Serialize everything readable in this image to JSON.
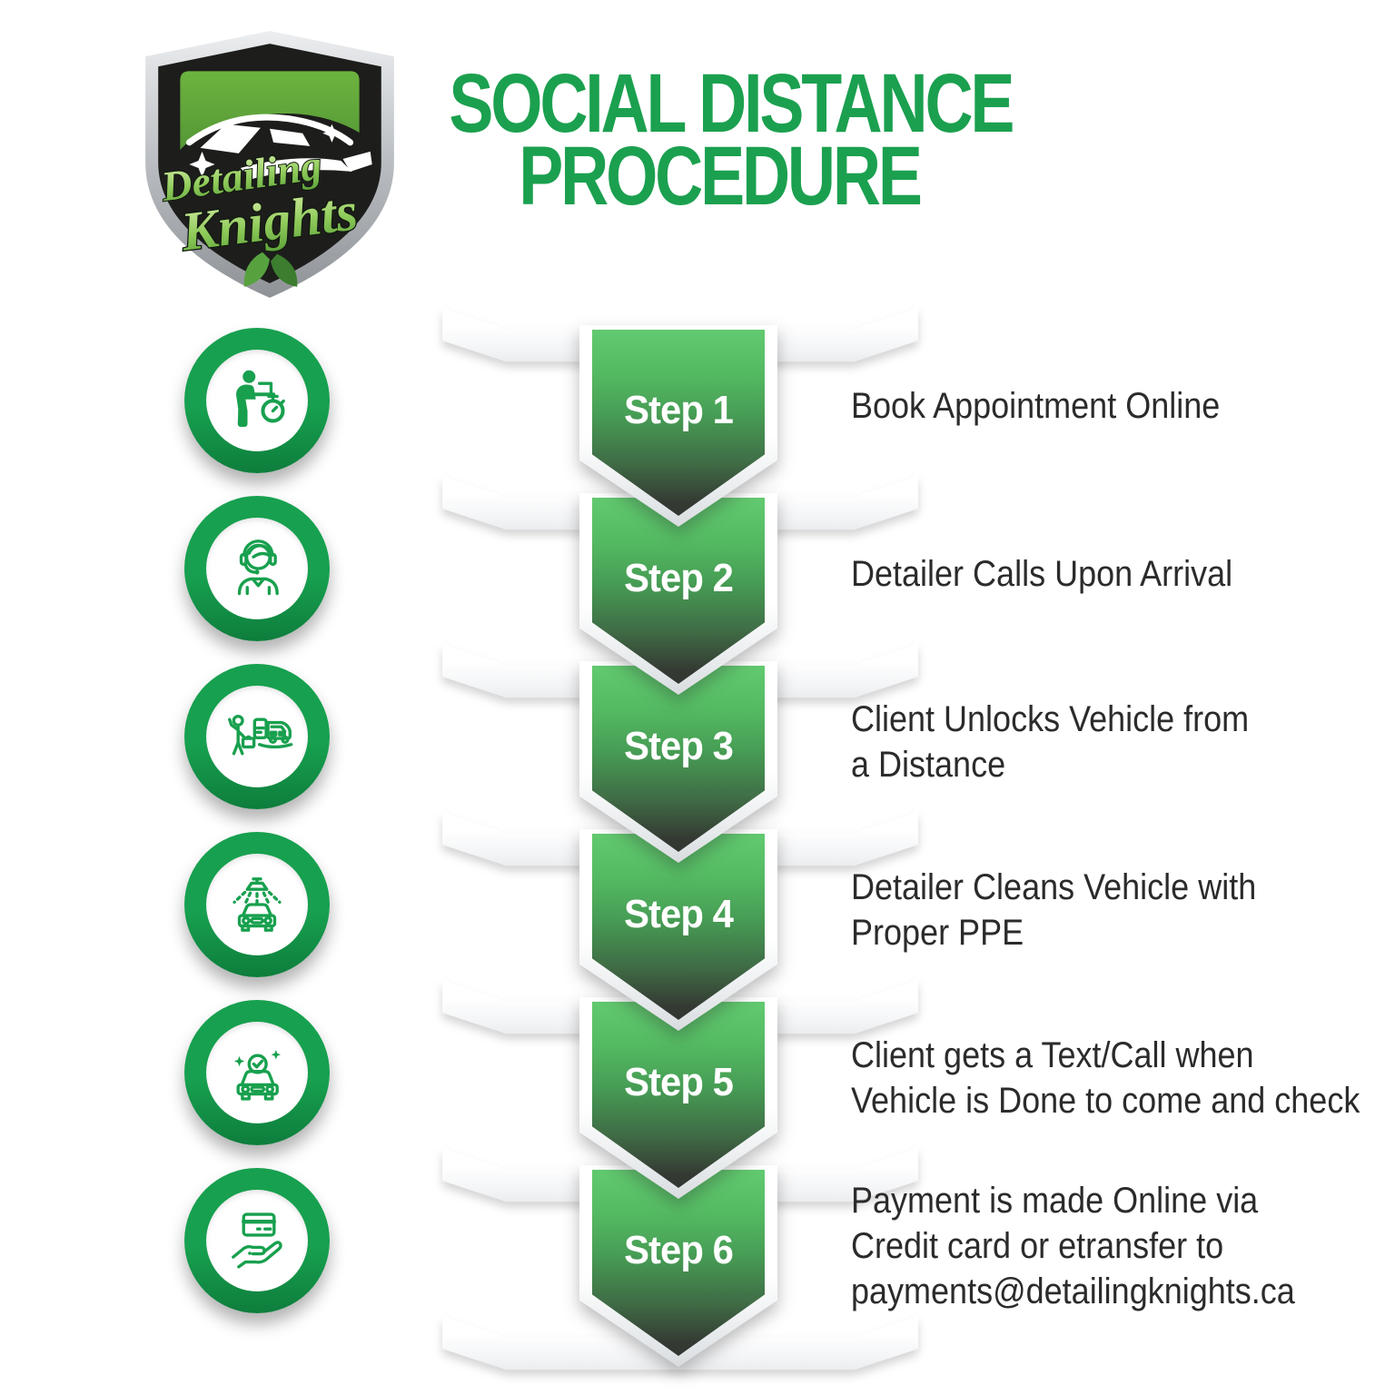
{
  "brand": {
    "name": "Detailing Knights",
    "logo_line1": "Detailing",
    "logo_line2": "Knights"
  },
  "title": {
    "line1": "SOCIAL DISTANCE",
    "line2": "PROCEDURE"
  },
  "colors": {
    "title_green": "#1BA04F",
    "ring_green": "#17A04F",
    "icon_stroke_green": "#18A04E",
    "pennant_light_green": "#5BC56A",
    "pennant_dark": "#343A33",
    "description_text": "#2B2B2B",
    "band_white": "#FFFFFF"
  },
  "steps": [
    {
      "label": "Step 1",
      "icon": "online-booking-icon",
      "lines": [
        "Book Appointment Online"
      ]
    },
    {
      "label": "Step 2",
      "icon": "headset-agent-icon",
      "lines": [
        "Detailer Calls Upon Arrival"
      ]
    },
    {
      "label": "Step 3",
      "icon": "remote-unlock-car-icon",
      "lines": [
        "Client Unlocks Vehicle from",
        "a Distance"
      ]
    },
    {
      "label": "Step 4",
      "icon": "car-wash-icon",
      "lines": [
        "Detailer Cleans Vehicle with",
        "Proper PPE"
      ]
    },
    {
      "label": "Step 5",
      "icon": "car-done-check-icon",
      "lines": [
        "Client gets a Text/Call when",
        "Vehicle is Done to come and check"
      ]
    },
    {
      "label": "Step 6",
      "icon": "payment-card-hand-icon",
      "lines": [
        "Payment is made Online via",
        "Credit card or etransfer to",
        "payments@detailingknights.ca"
      ]
    }
  ]
}
